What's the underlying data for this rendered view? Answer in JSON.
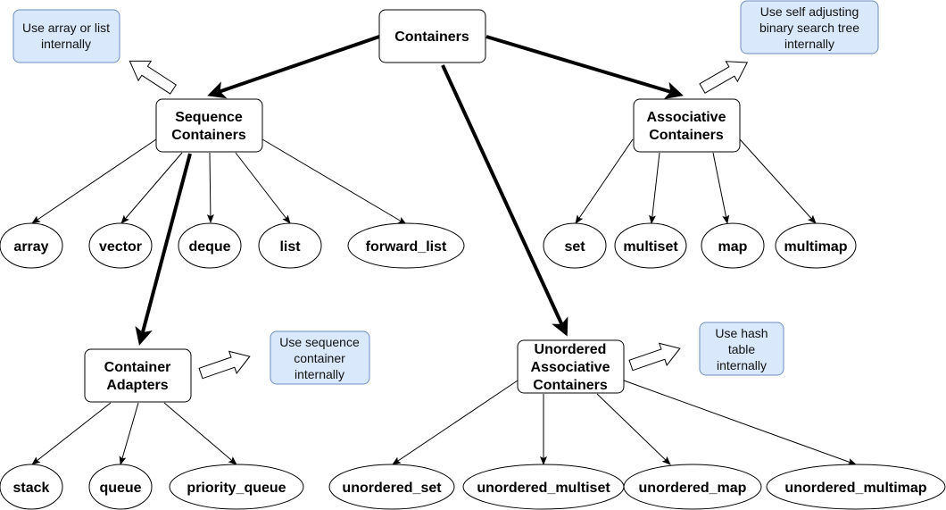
{
  "root": {
    "label": "Containers"
  },
  "categories": {
    "sequence": [
      "Sequence",
      "Containers"
    ],
    "associative": [
      "Associative",
      "Containers"
    ],
    "adapters": [
      "Container",
      "Adapters"
    ],
    "unordered": [
      "Unordered",
      "Associative",
      "Containers"
    ]
  },
  "notes": {
    "sequence": [
      "Use array or list",
      "internally"
    ],
    "associative": [
      "Use self adjusting",
      "binary search tree",
      "internally"
    ],
    "adapters": [
      "Use sequence",
      "container",
      "internally"
    ],
    "unordered": [
      "Use hash",
      "table",
      "internally"
    ]
  },
  "leaves": {
    "sequence": [
      "array",
      "vector",
      "deque",
      "list",
      "forward_list"
    ],
    "associative": [
      "set",
      "multiset",
      "map",
      "multimap"
    ],
    "adapters": [
      "stack",
      "queue",
      "priority_queue"
    ],
    "unordered": [
      "unordered_set",
      "unordered_multiset",
      "unordered_map",
      "unordered_multimap"
    ]
  }
}
